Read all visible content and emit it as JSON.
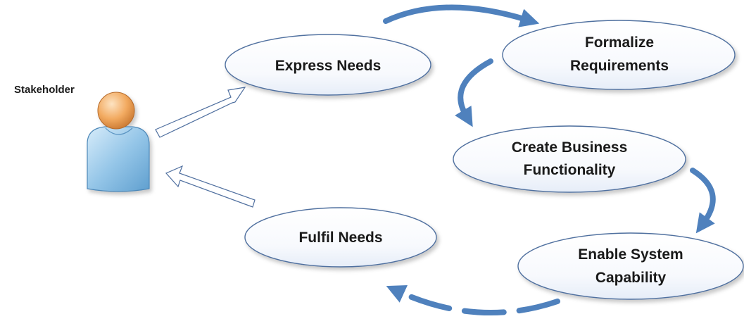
{
  "actor": {
    "label": "Stakeholder",
    "icon": "person-icon"
  },
  "nodes": {
    "express_needs": "Express Needs",
    "formalize": [
      "Formalize",
      "Requirements"
    ],
    "create_business": [
      "Create Business",
      "Functionality"
    ],
    "enable_system": [
      "Enable System",
      "Capability"
    ],
    "fulfil_needs": "Fulfil Needs"
  },
  "colors": {
    "cycle_arrow": "#4f81bd",
    "ellipse_stroke": "#4f6f9f",
    "ellipse_fill_light": "#ffffff",
    "ellipse_fill_dark": "#e8eef8",
    "actor_head": "#f0a95e",
    "actor_body": "#8fc1e4",
    "hollow_arrow_stroke": "#4f6f9f"
  }
}
